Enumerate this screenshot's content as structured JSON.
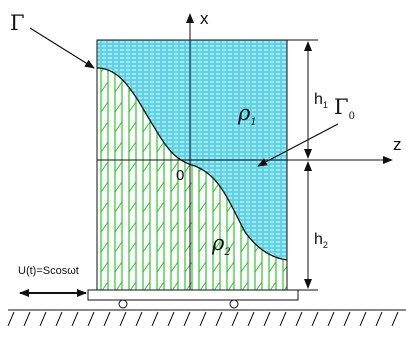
{
  "labels": {
    "x_axis": "x",
    "z_axis": "z",
    "origin": "0",
    "gamma": "Γ",
    "gamma0_main": "Γ",
    "gamma0_sub": "0",
    "rho_upper_main": "ρ",
    "rho_upper_sub": "1",
    "rho_lower_main": "ρ",
    "rho_lower_sub": "2",
    "h1_main": "h",
    "h1_sub": "1",
    "h2_main": "h",
    "h2_sub": "2",
    "excitation": "U(t)=Scosωt"
  },
  "colors": {
    "upper_fluid": "#5fd3e6",
    "upper_fluid_stripes": "#ffffff",
    "lower_fluid": "#ffffff",
    "lower_fluid_hatch": "#2ec42e",
    "lines": "#111111"
  }
}
